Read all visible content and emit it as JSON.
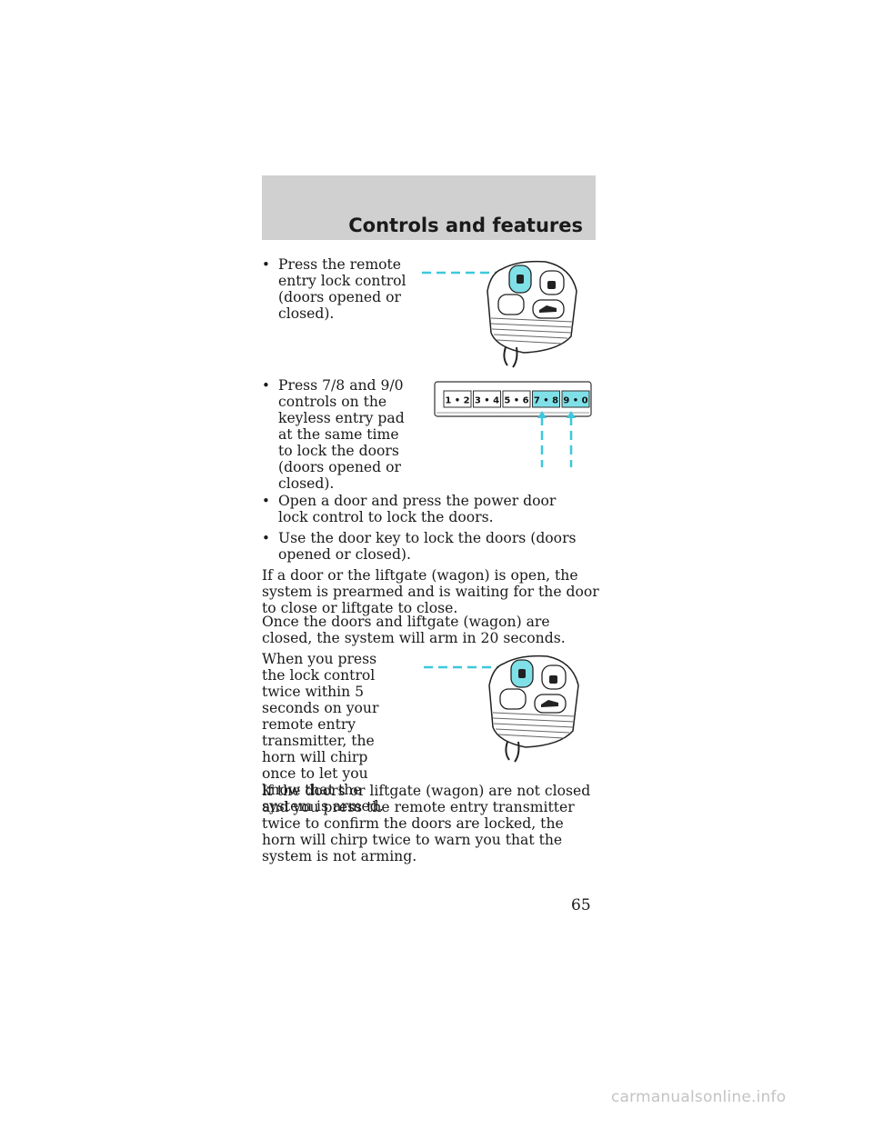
{
  "header": {
    "section_title": "Controls and features"
  },
  "content": {
    "bullets_top": [
      {
        "symbol": "•",
        "text": "Press the remote entry lock control (doors opened or closed)."
      },
      {
        "symbol": "•",
        "text": "Press 7/8 and 9/0 controls on the keyless entry pad at the same time to lock the doors (doors opened or closed)."
      },
      {
        "symbol": "•",
        "text": "Open a door and press the power door lock control to lock the doors."
      },
      {
        "symbol": "•",
        "text": "Use the door key to lock the doors (doors opened or closed)."
      }
    ],
    "paragraphs": [
      "If a door or the liftgate (wagon) is open, the system is prearmed and is waiting for the door to close or liftgate to close.",
      "Once the doors and liftgate (wagon) are closed, the system will arm in 20 seconds.",
      "When you press the lock control twice within 5 seconds on your remote entry transmitter, the horn will chirp once to let you know that the system is armed.",
      "If the doors or liftgate (wagon) are not closed and you press the remote entry transmitter twice to confirm the doors are locked, the horn will chirp twice to warn you that the system is not arming."
    ]
  },
  "keypad": {
    "buttons": [
      "1 • 2",
      "3 • 4",
      "5 • 6",
      "7 • 8",
      "9 • 0"
    ],
    "highlighted": [
      "7 • 8",
      "9 • 0"
    ]
  },
  "colors": {
    "highlight": "#7fe0e8",
    "callout": "#3cc8dc",
    "header_band": "#d0d0d0"
  },
  "footer": {
    "page_number": "65",
    "watermark": "carmanualsonline.info"
  }
}
